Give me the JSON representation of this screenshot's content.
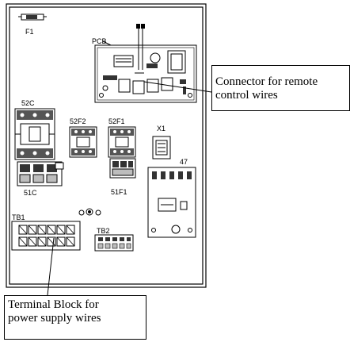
{
  "labels": {
    "f1": "F1",
    "pcb": "PCB",
    "c52": "52C",
    "f2_52": "52F2",
    "f1_52": "52F1",
    "x1": "X1",
    "k47": "47",
    "c51": "51C",
    "f1_51": "51F1",
    "tb1": "TB1",
    "tb2": "TB2"
  },
  "callouts": {
    "remote_line1": "Connector for remote",
    "remote_line2": "control wires",
    "tb_line1": "Terminal Block for",
    "tb_line2": "power supply wires"
  },
  "colors": {
    "stroke": "#000000",
    "fill_gray": "#bdbdbd",
    "fill_dark": "#333333"
  }
}
